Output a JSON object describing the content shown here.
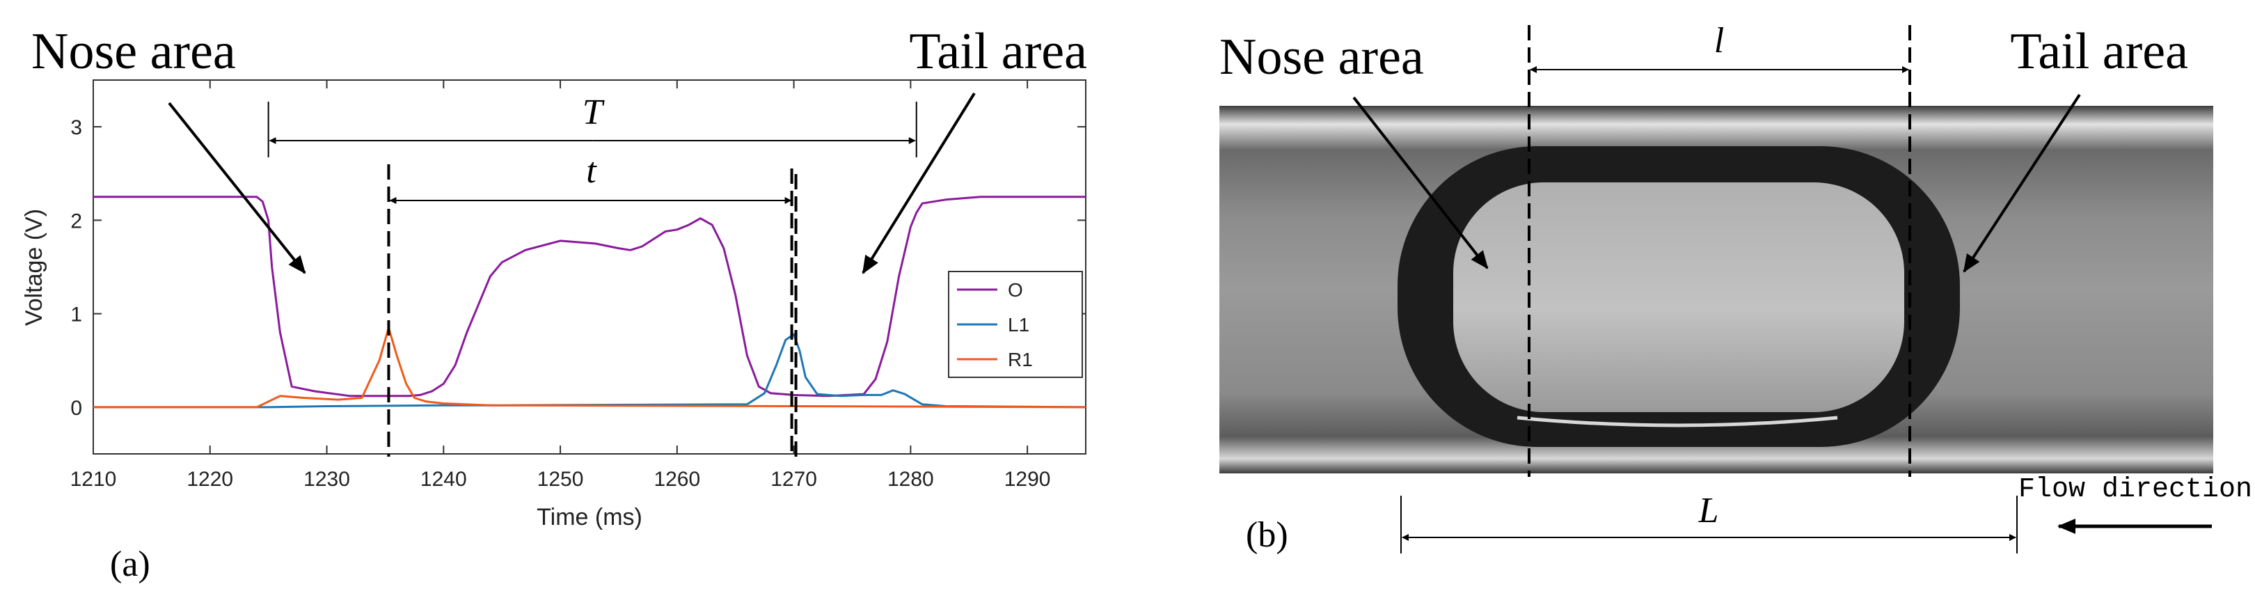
{
  "annotations": {
    "left_nose": "Nose area",
    "left_tail": "Tail area",
    "T": "T",
    "t": "t",
    "panel_a": "(a)",
    "right_nose": "Nose area",
    "right_tail": "Tail area",
    "l": "l",
    "L": "L",
    "panel_b": "(b)",
    "flow": "Flow direction"
  },
  "colors": {
    "O": "#8B1A9C",
    "L1": "#1f77b4",
    "R1": "#f05a1a"
  },
  "chart_data": {
    "type": "line",
    "xlabel": "Time (ms)",
    "ylabel": "Voltage (V)",
    "xlim": [
      1210,
      1295
    ],
    "ylim": [
      -0.5,
      3.5
    ],
    "xticks": [
      1210,
      1220,
      1230,
      1240,
      1250,
      1260,
      1270,
      1280,
      1290
    ],
    "yticks": [
      0,
      1,
      2,
      3
    ],
    "legend_position": "right",
    "markers": {
      "T_start": 1225,
      "T_end": 1280.5,
      "t_start": 1235.3,
      "t_end": 1270
    },
    "series": [
      {
        "name": "O",
        "x": [
          1210,
          1224,
          1224.5,
          1225,
          1225.3,
          1226,
          1227,
          1229,
          1232,
          1235,
          1237,
          1238,
          1239,
          1240,
          1241,
          1242,
          1243,
          1244,
          1245,
          1247,
          1250,
          1253,
          1255,
          1256,
          1257,
          1258,
          1259,
          1260,
          1261,
          1262,
          1263,
          1264,
          1265,
          1266,
          1267,
          1268,
          1270,
          1273,
          1276,
          1277,
          1278,
          1279,
          1280,
          1280.5,
          1281,
          1283,
          1286,
          1295
        ],
        "values": [
          2.25,
          2.25,
          2.2,
          2.0,
          1.5,
          0.8,
          0.22,
          0.17,
          0.12,
          0.12,
          0.12,
          0.13,
          0.17,
          0.25,
          0.45,
          0.8,
          1.1,
          1.4,
          1.55,
          1.68,
          1.78,
          1.75,
          1.7,
          1.68,
          1.72,
          1.8,
          1.88,
          1.9,
          1.95,
          2.02,
          1.95,
          1.7,
          1.2,
          0.55,
          0.22,
          0.15,
          0.13,
          0.12,
          0.14,
          0.3,
          0.7,
          1.4,
          1.93,
          2.08,
          2.18,
          2.22,
          2.25,
          2.25
        ]
      },
      {
        "name": "L1",
        "x": [
          1210,
          1225,
          1230,
          1240,
          1245,
          1266,
          1267.5,
          1268.5,
          1269.3,
          1270,
          1270.5,
          1271,
          1272,
          1274,
          1276,
          1277.5,
          1278.5,
          1279.5,
          1281,
          1283,
          1295
        ],
        "values": [
          0,
          0,
          0.01,
          0.02,
          0.02,
          0.03,
          0.15,
          0.45,
          0.72,
          0.78,
          0.6,
          0.32,
          0.14,
          0.12,
          0.13,
          0.13,
          0.18,
          0.14,
          0.03,
          0.01,
          0
        ]
      },
      {
        "name": "R1",
        "x": [
          1210,
          1224,
          1226,
          1228,
          1231,
          1233,
          1234.5,
          1235.3,
          1236,
          1236.8,
          1237.5,
          1238.5,
          1240,
          1244,
          1270,
          1295
        ],
        "values": [
          0,
          0,
          0.12,
          0.1,
          0.08,
          0.1,
          0.5,
          0.85,
          0.55,
          0.25,
          0.1,
          0.06,
          0.04,
          0.02,
          0.01,
          0
        ]
      }
    ]
  }
}
